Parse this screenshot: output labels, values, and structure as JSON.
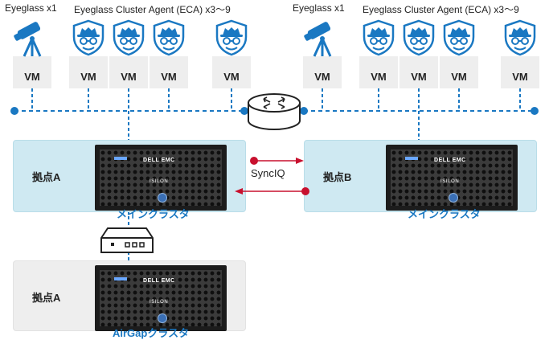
{
  "left_group": {
    "eyeglass_label": "Eyeglass x1",
    "eca_label": "Eyeglass Cluster Agent (ECA) x3～9",
    "vm_labels": [
      "VM",
      "VM",
      "VM",
      "VM",
      "VM"
    ]
  },
  "right_group": {
    "eyeglass_label": "Eyeglass x1",
    "eca_label": "Eyeglass Cluster Agent (ECA) x3～9",
    "vm_labels": [
      "VM",
      "VM",
      "VM",
      "VM",
      "VM"
    ]
  },
  "clusters": {
    "site_a": {
      "site_label": "拠点A",
      "caption": "メインクラスタ"
    },
    "site_b": {
      "site_label": "拠点B",
      "caption": "メインクラスタ"
    },
    "airgap": {
      "site_label": "拠点A",
      "caption": "AirGapクラスタ"
    }
  },
  "replication_label": "SyncIQ",
  "server": {
    "brand": "DELL EMC",
    "model": "ISILON"
  },
  "colors": {
    "network": "#1a78c2",
    "cluster_bg": "#cfe9f2",
    "airgap_bg": "#eeeeee",
    "sync_arrow": "#c8102e"
  },
  "icons": [
    "telescope-icon",
    "spy-shield-icon",
    "router-icon",
    "airgap-switch-icon",
    "storage-server-icon"
  ]
}
